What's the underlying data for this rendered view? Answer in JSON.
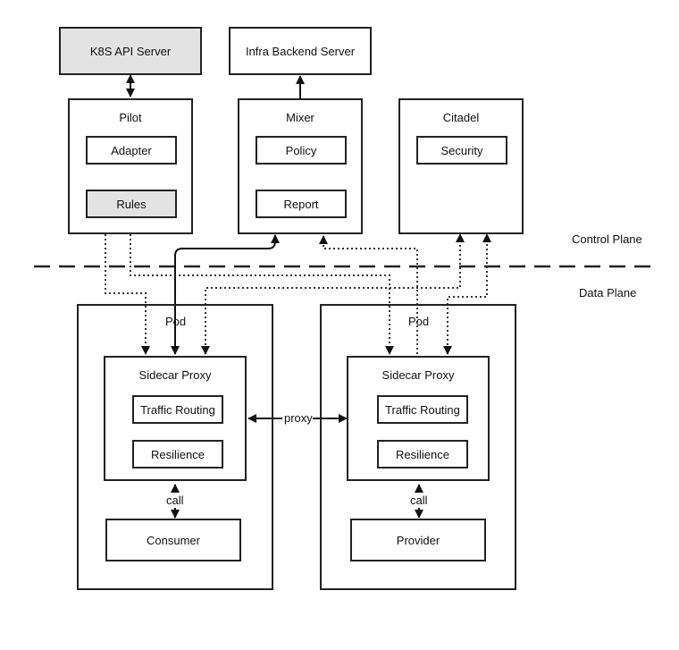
{
  "control_plane": {
    "k8s": "K8S API Server",
    "infra": "Infra Backend Server",
    "pilot": {
      "title": "Pilot",
      "adapter": "Adapter",
      "rules": "Rules"
    },
    "mixer": {
      "title": "Mixer",
      "policy": "Policy",
      "report": "Report"
    },
    "citadel": {
      "title": "Citadel",
      "security": "Security"
    }
  },
  "planes": {
    "control": "Control Plane",
    "data": "Data Plane"
  },
  "left_pod": {
    "title": "Pod",
    "sidecar": "Sidecar Proxy",
    "routing": "Traffic Routing",
    "resilience": "Resilience",
    "call": "call",
    "app": "Consumer"
  },
  "right_pod": {
    "title": "Pod",
    "sidecar": "Sidecar Proxy",
    "routing": "Traffic Routing",
    "resilience": "Resilience",
    "call": "call",
    "app": "Provider"
  },
  "proxy_label": "proxy",
  "colors": {
    "border": "#222222",
    "gray_fill": "#e3e3e3"
  }
}
